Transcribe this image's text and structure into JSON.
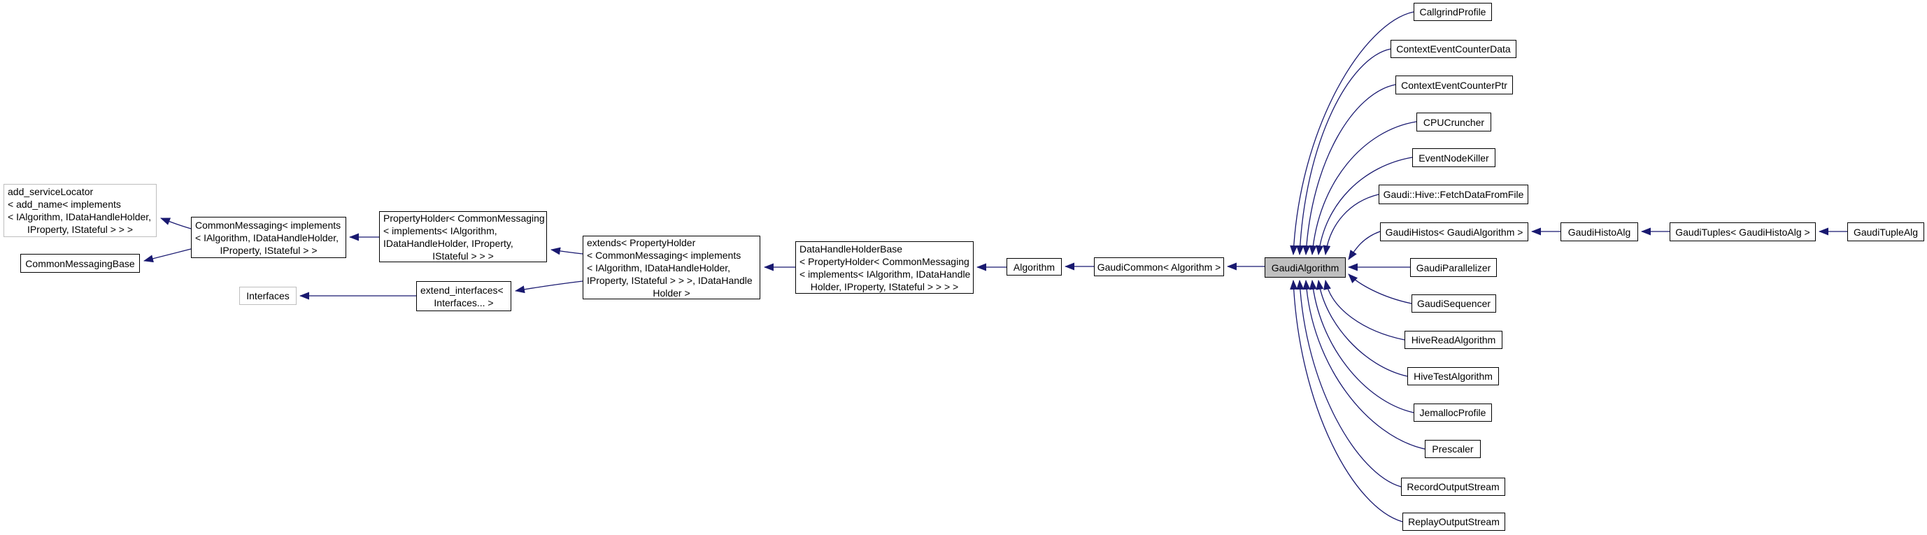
{
  "diagram_type": "class-inheritance-graph",
  "colors": {
    "edge": "#191970",
    "node_border": "#000000",
    "node_background": "#ffffff",
    "selected_node_background": "#bfbfbf",
    "truncated_node_border": "#bebebe"
  },
  "nodes": {
    "add_service_locator": {
      "label": "add_serviceLocator\n< add_name< implements\n< IAlgorithm, IDataHandleHolder,\nIProperty, IStateful > > >"
    },
    "common_messaging_base": {
      "label": "CommonMessagingBase"
    },
    "common_messaging": {
      "label": "CommonMessaging< implements\n< IAlgorithm, IDataHandleHolder,\nIProperty, IStateful > >"
    },
    "property_holder": {
      "label": "PropertyHolder< CommonMessaging\n< implements< IAlgorithm,\nIDataHandleHolder, IProperty,\nIStateful > > >"
    },
    "interfaces": {
      "label": "Interfaces"
    },
    "extend_interfaces": {
      "label": "extend_interfaces<\nInterfaces... >"
    },
    "extends": {
      "label": "extends< PropertyHolder\n< CommonMessaging< implements\n< IAlgorithm, IDataHandleHolder,\nIProperty, IStateful > > >, IDataHandle\nHolder >"
    },
    "data_handle_holder_base": {
      "label": "DataHandleHolderBase\n< PropertyHolder< CommonMessaging\n< implements< IAlgorithm, IDataHandle\nHolder, IProperty, IStateful > > > >"
    },
    "algorithm": {
      "label": "Algorithm"
    },
    "gaudi_common": {
      "label": "GaudiCommon< Algorithm >"
    },
    "gaudi_algorithm": {
      "label": "GaudiAlgorithm"
    },
    "callgrind_profile": {
      "label": "CallgrindProfile"
    },
    "context_event_counter_data": {
      "label": "ContextEventCounterData"
    },
    "context_event_counter_ptr": {
      "label": "ContextEventCounterPtr"
    },
    "cpu_cruncher": {
      "label": "CPUCruncher"
    },
    "event_node_killer": {
      "label": "EventNodeKiller"
    },
    "fetch_data_from_file": {
      "label": "Gaudi::Hive::FetchDataFromFile"
    },
    "gaudi_histos": {
      "label": "GaudiHistos< GaudiAlgorithm >"
    },
    "gaudi_histo_alg": {
      "label": "GaudiHistoAlg"
    },
    "gaudi_tuples": {
      "label": "GaudiTuples< GaudiHistoAlg >"
    },
    "gaudi_tuple_alg": {
      "label": "GaudiTupleAlg"
    },
    "gaudi_parallelizer": {
      "label": "GaudiParallelizer"
    },
    "gaudi_sequencer": {
      "label": "GaudiSequencer"
    },
    "hive_read_algorithm": {
      "label": "HiveReadAlgorithm"
    },
    "hive_test_algorithm": {
      "label": "HiveTestAlgorithm"
    },
    "jemalloc_profile": {
      "label": "JemallocProfile"
    },
    "prescaler": {
      "label": "Prescaler"
    },
    "record_output_stream": {
      "label": "RecordOutputStream"
    },
    "replay_output_stream": {
      "label": "ReplayOutputStream"
    }
  },
  "edges": [
    {
      "from": "common_messaging",
      "to": "add_service_locator"
    },
    {
      "from": "common_messaging",
      "to": "common_messaging_base"
    },
    {
      "from": "property_holder",
      "to": "common_messaging"
    },
    {
      "from": "extends",
      "to": "property_holder"
    },
    {
      "from": "extends",
      "to": "extend_interfaces"
    },
    {
      "from": "extend_interfaces",
      "to": "interfaces"
    },
    {
      "from": "data_handle_holder_base",
      "to": "extends"
    },
    {
      "from": "algorithm",
      "to": "data_handle_holder_base"
    },
    {
      "from": "gaudi_common",
      "to": "algorithm"
    },
    {
      "from": "gaudi_algorithm",
      "to": "gaudi_common"
    },
    {
      "from": "callgrind_profile",
      "to": "gaudi_algorithm"
    },
    {
      "from": "context_event_counter_data",
      "to": "gaudi_algorithm"
    },
    {
      "from": "context_event_counter_ptr",
      "to": "gaudi_algorithm"
    },
    {
      "from": "cpu_cruncher",
      "to": "gaudi_algorithm"
    },
    {
      "from": "event_node_killer",
      "to": "gaudi_algorithm"
    },
    {
      "from": "fetch_data_from_file",
      "to": "gaudi_algorithm"
    },
    {
      "from": "gaudi_histos",
      "to": "gaudi_algorithm"
    },
    {
      "from": "gaudi_parallelizer",
      "to": "gaudi_algorithm"
    },
    {
      "from": "gaudi_sequencer",
      "to": "gaudi_algorithm"
    },
    {
      "from": "hive_read_algorithm",
      "to": "gaudi_algorithm"
    },
    {
      "from": "hive_test_algorithm",
      "to": "gaudi_algorithm"
    },
    {
      "from": "jemalloc_profile",
      "to": "gaudi_algorithm"
    },
    {
      "from": "prescaler",
      "to": "gaudi_algorithm"
    },
    {
      "from": "record_output_stream",
      "to": "gaudi_algorithm"
    },
    {
      "from": "replay_output_stream",
      "to": "gaudi_algorithm"
    },
    {
      "from": "gaudi_histo_alg",
      "to": "gaudi_histos"
    },
    {
      "from": "gaudi_tuples",
      "to": "gaudi_histo_alg"
    },
    {
      "from": "gaudi_tuple_alg",
      "to": "gaudi_tuples"
    }
  ]
}
